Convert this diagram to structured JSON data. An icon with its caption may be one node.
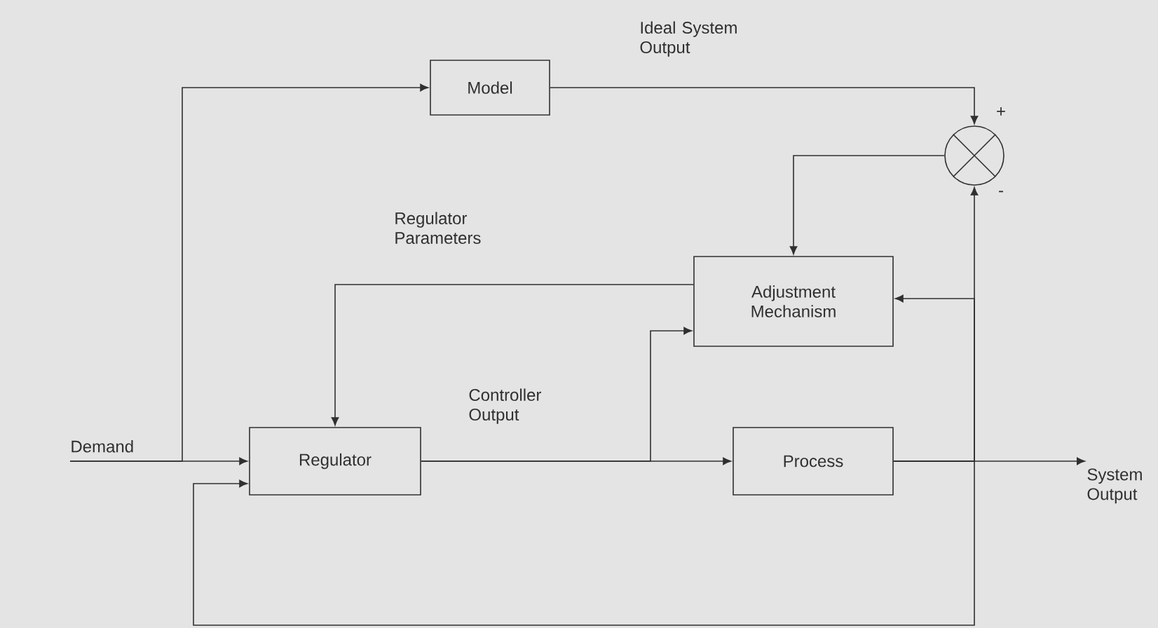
{
  "diagram": {
    "nodes": [
      {
        "text": [
          "Demand"
        ]
      },
      {
        "text": [
          "Model"
        ]
      },
      {
        "text": [],
        "shape": "circle",
        "beside": [
          "+",
          "-"
        ]
      },
      {
        "text": [
          "Adjustment Mechanism"
        ]
      },
      {
        "text": [
          "Regulator"
        ]
      },
      {
        "text": [
          "Process"
        ]
      },
      {
        "text": [
          "System Output"
        ]
      }
    ],
    "edges": [
      {
        "from": 0,
        "to": 1,
        "arrow": "to"
      },
      {
        "from": 0,
        "to": 4,
        "arrow": "to"
      },
      {
        "from": 1,
        "to": 2,
        "arrow": "to",
        "label": "Ideal System Output"
      },
      {
        "from": 2,
        "to": 3,
        "arrow": "to"
      },
      {
        "from": 3,
        "to": 4,
        "arrow": "to",
        "label": "Regulator Parameters"
      },
      {
        "from": 4,
        "to": 5,
        "arrow": "to",
        "label": "Controller Output"
      },
      {
        "from": 4,
        "to": 3,
        "arrow": "to"
      },
      {
        "from": 5,
        "to": 6,
        "arrow": "to"
      },
      {
        "from": 5,
        "to": 2,
        "arrow": "to"
      },
      {
        "from": 5,
        "to": 3,
        "arrow": "to"
      },
      {
        "from": 5,
        "to": 4,
        "arrow": "to"
      }
    ]
  }
}
